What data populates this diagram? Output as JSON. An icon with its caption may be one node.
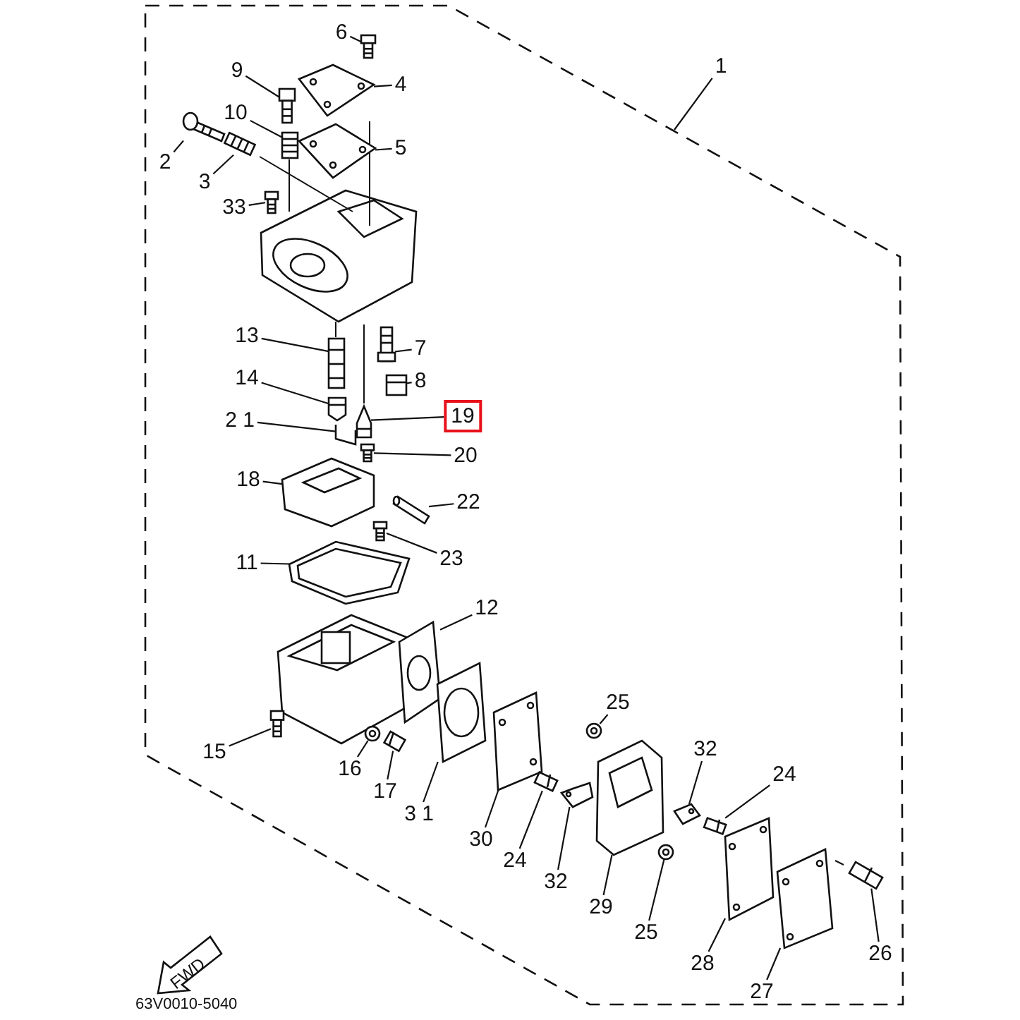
{
  "diagram": {
    "nodes": [
      {
        "text": [
          "1"
        ]
      },
      {
        "text": [
          "6"
        ]
      },
      {
        "text": [
          "9"
        ]
      },
      {
        "text": [
          "4"
        ]
      },
      {
        "text": [
          "2"
        ]
      },
      {
        "text": [
          "10"
        ]
      },
      {
        "text": [
          "5"
        ]
      },
      {
        "text": [
          "3"
        ]
      },
      {
        "text": [
          "33"
        ]
      },
      {
        "text": [
          "13"
        ]
      },
      {
        "text": [
          "7"
        ]
      },
      {
        "text": [
          "14"
        ]
      },
      {
        "text": [
          "8"
        ]
      },
      {
        "text": [
          "2 1"
        ]
      },
      {
        "text": [
          "19"
        ]
      },
      {
        "text": [
          "20"
        ]
      },
      {
        "text": [
          "18"
        ]
      },
      {
        "text": [
          "22"
        ]
      },
      {
        "text": [
          "23"
        ]
      },
      {
        "text": [
          "11"
        ]
      },
      {
        "text": [
          "12"
        ]
      },
      {
        "text": [
          "25"
        ]
      },
      {
        "text": [
          "32"
        ]
      },
      {
        "text": [
          "24"
        ]
      },
      {
        "text": [
          "15"
        ]
      },
      {
        "text": [
          "16"
        ]
      },
      {
        "text": [
          "17"
        ]
      },
      {
        "text": [
          "3 1"
        ]
      },
      {
        "text": [
          "30"
        ]
      },
      {
        "text": [
          "24"
        ]
      },
      {
        "text": [
          "32"
        ]
      },
      {
        "text": [
          "29"
        ]
      },
      {
        "text": [
          "25"
        ]
      },
      {
        "text": [
          "28"
        ]
      },
      {
        "text": [
          "27"
        ]
      },
      {
        "text": [
          "26"
        ]
      },
      {
        "text": [],
        "shape": "picture"
      },
      {
        "text": [],
        "shape": "picture"
      },
      {
        "text": [],
        "shape": "picture"
      },
      {
        "text": [],
        "shape": "picture"
      },
      {
        "text": [],
        "shape": "picture"
      },
      {
        "text": [],
        "shape": "picture"
      },
      {
        "text": [],
        "shape": "picture"
      },
      {
        "text": [],
        "shape": "picture"
      },
      {
        "text": [],
        "shape": "picture"
      },
      {
        "text": [],
        "shape": "picture"
      },
      {
        "text": [],
        "shape": "picture"
      },
      {
        "text": [],
        "shape": "picture"
      },
      {
        "text": [],
        "shape": "picture"
      },
      {
        "text": [],
        "shape": "picture"
      },
      {
        "text": [],
        "shape": "picture"
      },
      {
        "text": [],
        "shape": "picture"
      },
      {
        "text": [],
        "shape": "picture"
      },
      {
        "text": [],
        "shape": "picture"
      },
      {
        "text": [],
        "shape": "picture"
      },
      {
        "text": [],
        "shape": "picture"
      },
      {
        "text": [],
        "shape": "picture"
      },
      {
        "text": [],
        "shape": "picture"
      },
      {
        "text": [],
        "shape": "picture"
      },
      {
        "text": [],
        "shape": "picture"
      },
      {
        "text": [],
        "shape": "picture"
      },
      {
        "text": [],
        "shape": "picture"
      },
      {
        "text": [],
        "shape": "picture"
      },
      {
        "text": [],
        "shape": "picture"
      },
      {
        "text": [],
        "shape": "picture"
      },
      {
        "text": [],
        "shape": "picture"
      },
      {
        "text": [],
        "shape": "picture"
      },
      {
        "text": [],
        "shape": "picture"
      },
      {
        "text": [],
        "shape": "picture"
      },
      {
        "text": [],
        "shape": "picture"
      },
      {
        "text": [],
        "shape": "picture"
      }
    ],
    "edges": [
      {
        "from": 0,
        "to": null,
        "arrow": "none"
      },
      {
        "from": 1,
        "to": 36,
        "arrow": "none"
      },
      {
        "from": 2,
        "to": 37,
        "arrow": "none"
      },
      {
        "from": 3,
        "to": 38,
        "arrow": "none"
      },
      {
        "from": 4,
        "to": 39,
        "arrow": "none"
      },
      {
        "from": 5,
        "to": 40,
        "arrow": "none"
      },
      {
        "from": 6,
        "to": 41,
        "arrow": "none"
      },
      {
        "from": 7,
        "to": 42,
        "arrow": "none"
      },
      {
        "from": 8,
        "to": 43,
        "arrow": "none"
      },
      {
        "from": 9,
        "to": 44,
        "arrow": "none"
      },
      {
        "from": 10,
        "to": 45,
        "arrow": "none"
      },
      {
        "from": 11,
        "to": 46,
        "arrow": "none"
      },
      {
        "from": 12,
        "to": 47,
        "arrow": "none"
      },
      {
        "from": 13,
        "to": 48,
        "arrow": "none"
      },
      {
        "from": 14,
        "to": 49,
        "arrow": "none"
      },
      {
        "from": 15,
        "to": 50,
        "arrow": "none"
      },
      {
        "from": 16,
        "to": 51,
        "arrow": "none"
      },
      {
        "from": 17,
        "to": 52,
        "arrow": "none"
      },
      {
        "from": 18,
        "to": 53,
        "arrow": "none"
      },
      {
        "from": 19,
        "to": 54,
        "arrow": "none"
      },
      {
        "from": 20,
        "to": 55,
        "arrow": "none"
      },
      {
        "from": 21,
        "to": 56,
        "arrow": "none"
      },
      {
        "from": 22,
        "to": 57,
        "arrow": "none"
      },
      {
        "from": 23,
        "to": 58,
        "arrow": "none"
      },
      {
        "from": 24,
        "to": 59,
        "arrow": "none"
      },
      {
        "from": 25,
        "to": 60,
        "arrow": "none"
      },
      {
        "from": 26,
        "to": 61,
        "arrow": "none"
      },
      {
        "from": 27,
        "to": 62,
        "arrow": "none"
      },
      {
        "from": 28,
        "to": 63,
        "arrow": "none"
      },
      {
        "from": 29,
        "to": 64,
        "arrow": "none"
      },
      {
        "from": 30,
        "to": 65,
        "arrow": "none"
      },
      {
        "from": 31,
        "to": 66,
        "arrow": "none"
      },
      {
        "from": 32,
        "to": 67,
        "arrow": "none"
      },
      {
        "from": 33,
        "to": 68,
        "arrow": "none"
      },
      {
        "from": 34,
        "to": 69,
        "arrow": "none"
      },
      {
        "from": 35,
        "to": 70,
        "arrow": "none"
      }
    ],
    "labels": [
      "FWD",
      "63V0010-5040"
    ]
  }
}
